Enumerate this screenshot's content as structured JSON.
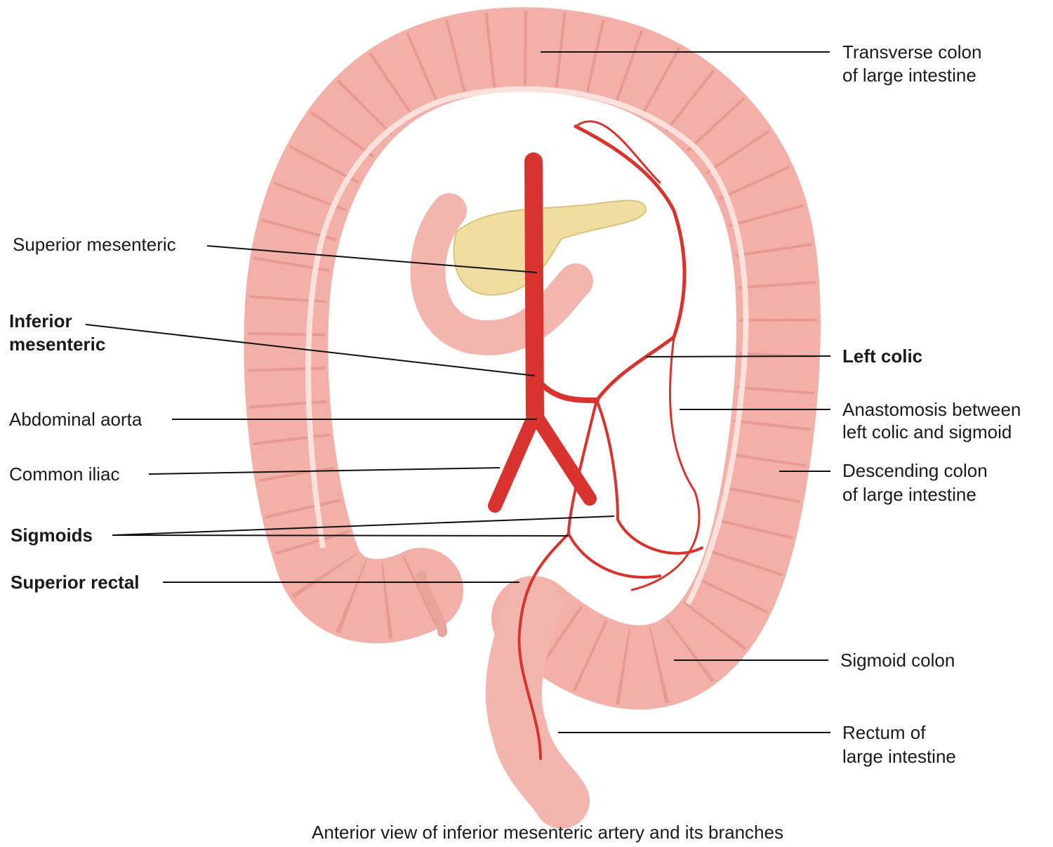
{
  "labels_left": {
    "superior_mesenteric": "Superior mesenteric",
    "inferior_mesenteric_1": "Inferior",
    "inferior_mesenteric_2": "mesenteric",
    "abdominal_aorta": "Abdominal aorta",
    "common_iliac": "Common iliac",
    "sigmoids": "Sigmoids",
    "superior_rectal": "Superior rectal"
  },
  "labels_right": {
    "transverse_colon_1": "Transverse colon",
    "transverse_colon_2": "of large intestine",
    "left_colic": "Left colic",
    "anastomosis_1": "Anastomosis between",
    "anastomosis_2": "left colic and sigmoid",
    "descending_colon_1": "Descending colon",
    "descending_colon_2": "of large intestine",
    "sigmoid_colon": "Sigmoid colon",
    "rectum_1": "Rectum of",
    "rectum_2": "large intestine"
  },
  "caption": "Anterior view of inferior mesenteric artery and its branches",
  "colors": {
    "colon": "#f2b0a8",
    "colon_shade": "#e08e86",
    "artery": "#d8332e",
    "pancreas": "#f0deA0"
  }
}
